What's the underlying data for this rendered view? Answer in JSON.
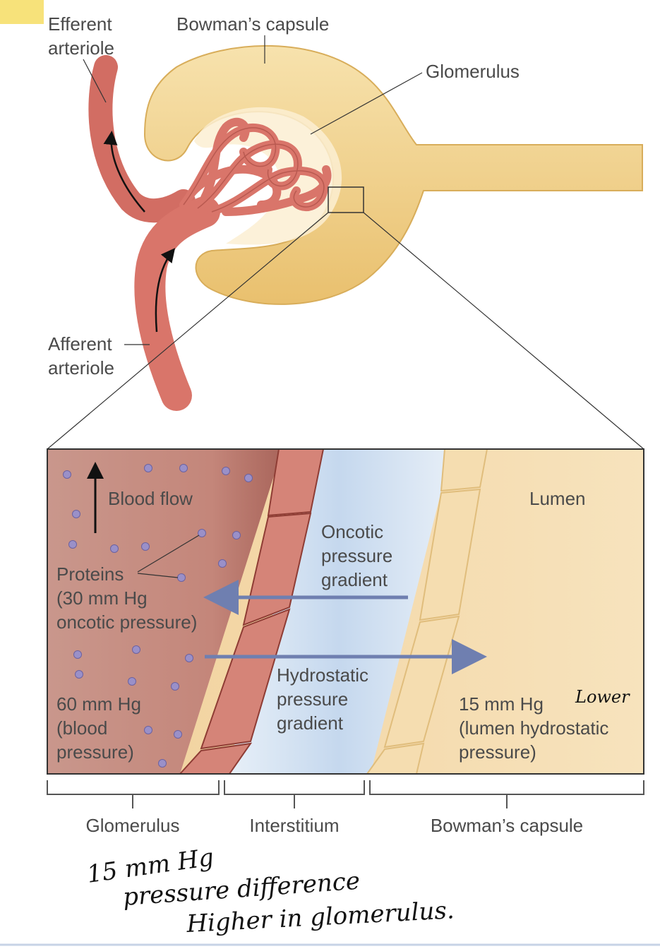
{
  "labels": {
    "efferent_line1": "Efferent",
    "efferent_line2": "arteriole",
    "bowmans_top": "Bowman’s capsule",
    "glomerulus_top": "Glomerulus",
    "afferent_line1": "Afferent",
    "afferent_line2": "arteriole",
    "blood_flow": "Blood flow",
    "lumen": "Lumen",
    "proteins_line1": "Proteins",
    "proteins_line2": "(30 mm Hg",
    "proteins_line3": "oncotic pressure)",
    "oncotic_line1": "Oncotic",
    "oncotic_line2": "pressure",
    "oncotic_line3": "gradient",
    "hydro_line1": "Hydrostatic",
    "hydro_line2": "pressure",
    "hydro_line3": "gradient",
    "blood_p_line1": "60 mm Hg",
    "blood_p_line2": "(blood",
    "blood_p_line3": "pressure)",
    "lumen_p_line1": "15 mm Hg",
    "lumen_p_line2": "(lumen hydrostatic",
    "lumen_p_line3": "pressure)",
    "bottom_glomerulus": "Glomerulus",
    "bottom_interstitium": "Interstitium",
    "bottom_bowmans": "Bowman’s capsule"
  },
  "annotations": {
    "lower": "Lower",
    "note_line1": "15 mm Hg",
    "note_line2": "pressure difference",
    "note_line3": "Higher in glomerulus."
  },
  "colors": {
    "capsule": "#f2d28f",
    "vessel": "#d9756a",
    "vessel_dark": "#b04f46",
    "blood_region": "#c98a7f",
    "interstitium": "#cfdff0",
    "capsule_panel": "#f5ddb0",
    "arrow": "#6f7fb0",
    "protein": "#9a90c8",
    "highlight": "#f7e27a"
  }
}
